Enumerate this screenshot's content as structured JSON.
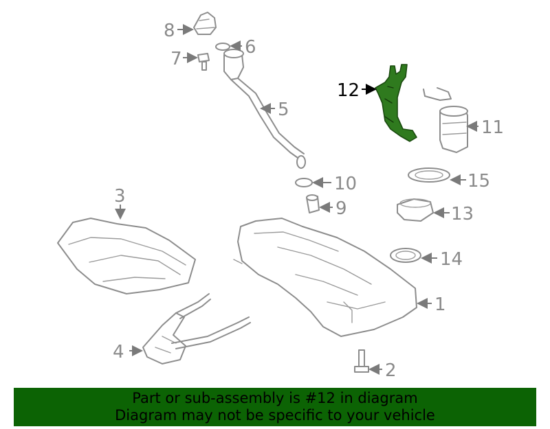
{
  "callouts": {
    "c1": "1",
    "c2": "2",
    "c3": "3",
    "c4": "4",
    "c5": "5",
    "c6": "6",
    "c7": "7",
    "c8": "8",
    "c9": "9",
    "c10": "10",
    "c11": "11",
    "c12": "12",
    "c13": "13",
    "c14": "14",
    "c15": "15"
  },
  "highlighted_part": "12",
  "colors": {
    "highlight": "#2f7a1e",
    "banner": "#0c6304",
    "parts": "#8c8c8c"
  },
  "banner": {
    "line1": "Part or sub-assembly is #12 in diagram",
    "line2": "Diagram may not be specific to your vehicle"
  }
}
